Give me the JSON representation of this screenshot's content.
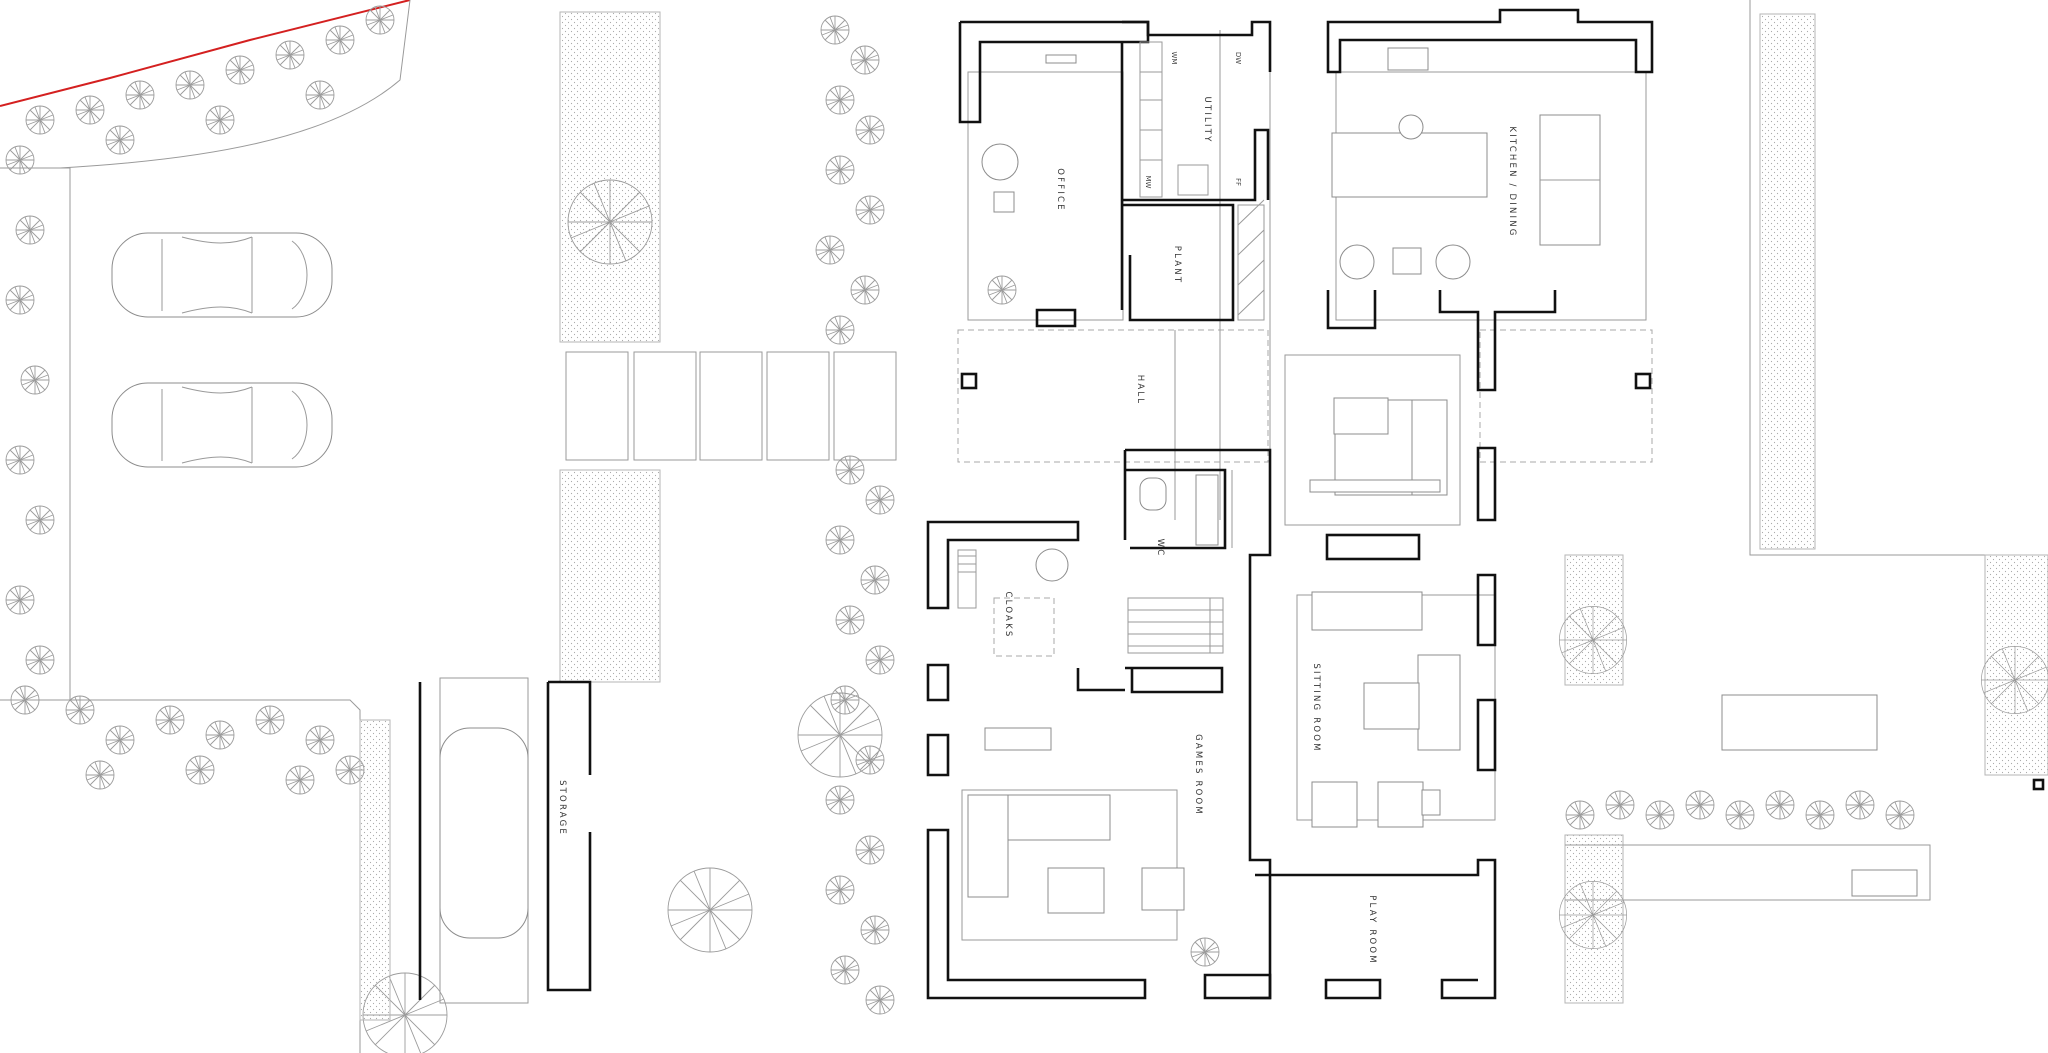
{
  "rooms": {
    "office": "OFFICE",
    "utility": "UTILITY",
    "plant": "PLANT",
    "hall": "HALL",
    "kitchen_dining": "KITCHEN / DINING",
    "wc": "WC",
    "cloaks": "CLOAKS",
    "sitting_room": "SITTING ROOM",
    "games_room": "GAMES ROOM",
    "play_room": "PLAY ROOM",
    "storage": "STORAGE"
  },
  "appliances": {
    "wm": "WM",
    "dw": "DW",
    "mw": "MW",
    "ff": "FF"
  },
  "colors": {
    "wall": "#111111",
    "linework": "#9a9a9a",
    "boundary": "#d42020"
  }
}
